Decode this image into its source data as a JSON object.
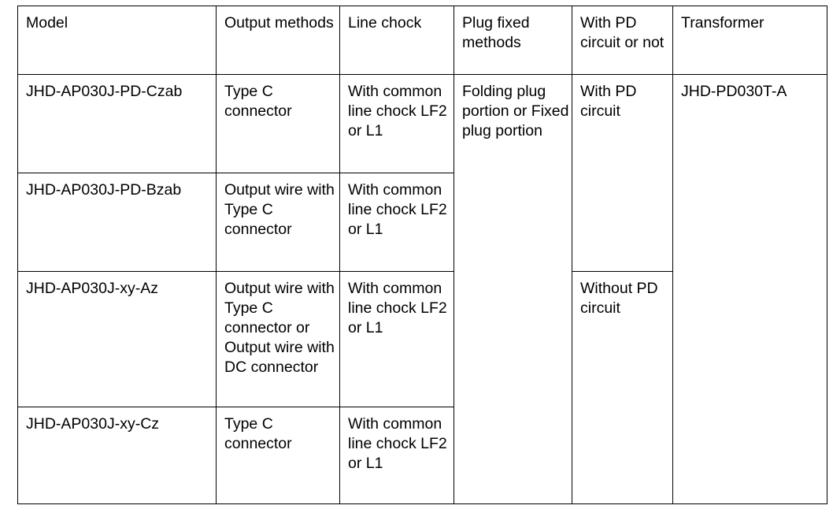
{
  "table": {
    "columns": [
      {
        "key": "model",
        "label": "Model"
      },
      {
        "key": "output_methods",
        "label": "Output methods"
      },
      {
        "key": "line_chock",
        "label": "Line chock"
      },
      {
        "key": "plug_fixed_methods",
        "label": "Plug fixed methods"
      },
      {
        "key": "with_pd_circuit_or_not",
        "label": "With PD circuit or not"
      },
      {
        "key": "transformer",
        "label": "Transformer"
      }
    ],
    "rows": [
      {
        "model": "JHD-AP030J-PD-Czab",
        "output_methods": "Type C connector",
        "line_chock": "With common line chock LF2 or L1",
        "plug_fixed_methods": "Folding plug portion or Fixed plug portion",
        "with_pd_circuit_or_not": "With PD circuit",
        "transformer": "JHD-PD030T-A"
      },
      {
        "model": "JHD-AP030J-PD-Bzab",
        "output_methods": "Output wire with Type C connector",
        "line_chock": "With common line chock LF2 or L1"
      },
      {
        "model": "JHD-AP030J-xy-Az",
        "output_methods": "Output wire with Type C connector or Output wire with DC connector",
        "line_chock": "With common line chock LF2 or L1",
        "with_pd_circuit_or_not": "Without PD circuit"
      },
      {
        "model": "JHD-AP030J-xy-Cz",
        "output_methods": "Type C connector",
        "line_chock": "With common line chock LF2 or L1"
      }
    ]
  },
  "style": {
    "border_color": "#000000",
    "text_color": "#000000",
    "background_color": "#ffffff"
  }
}
